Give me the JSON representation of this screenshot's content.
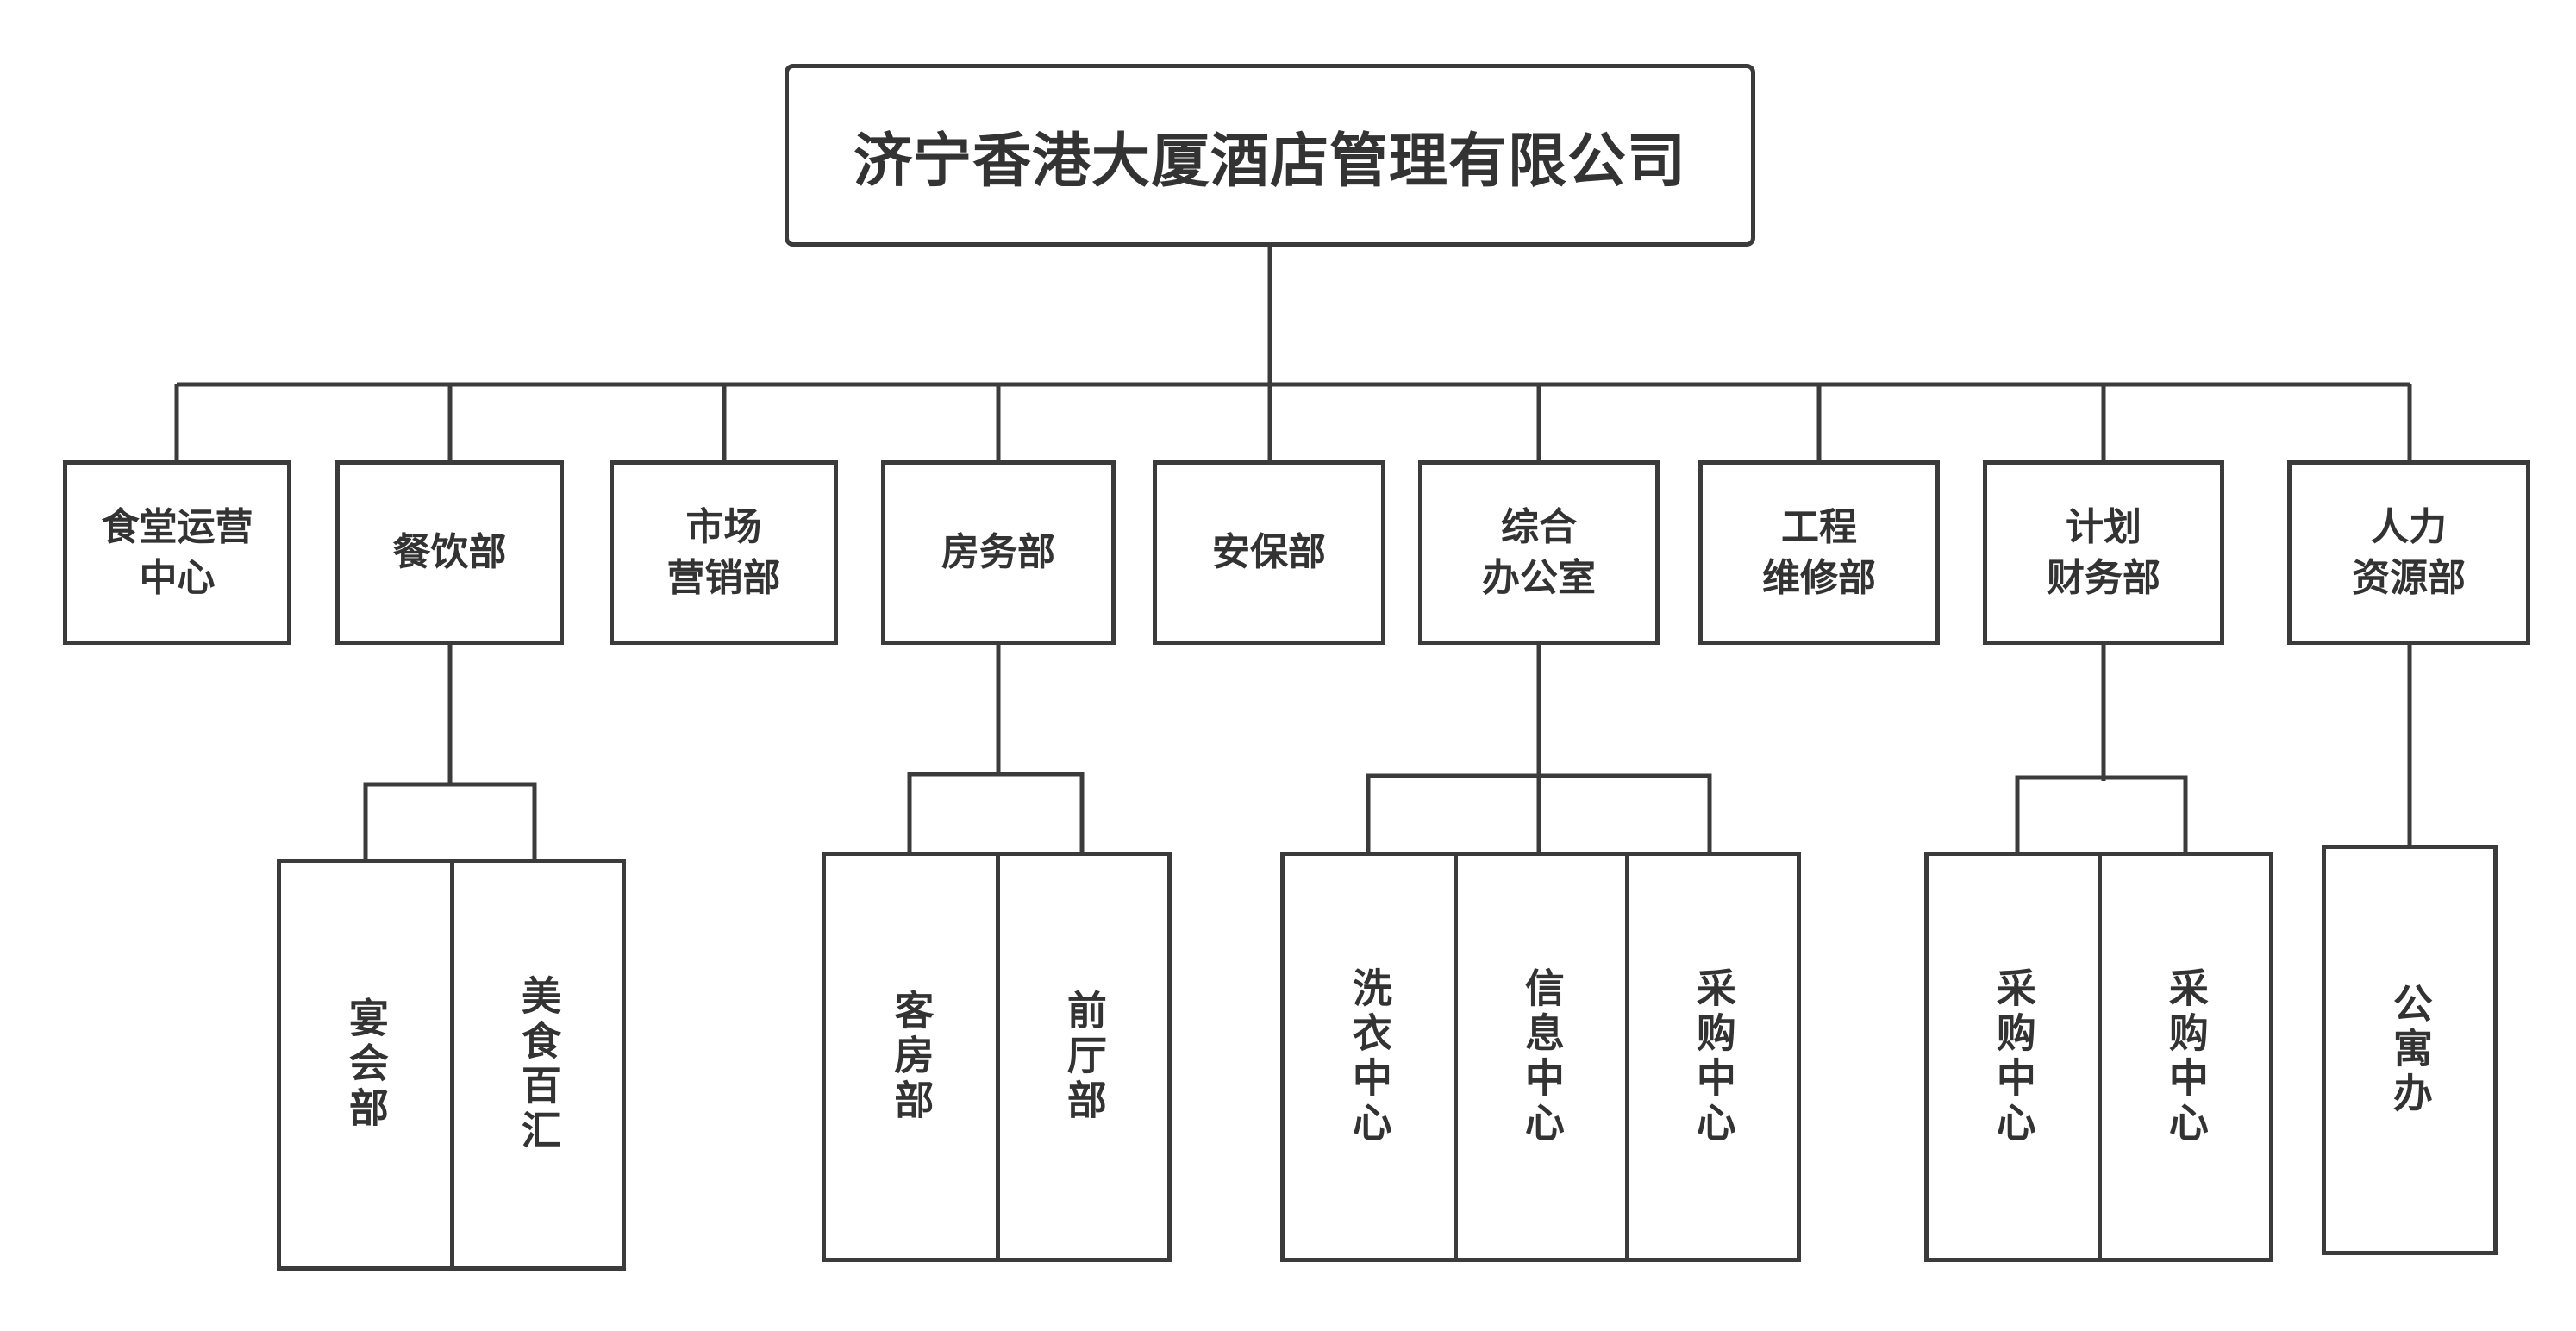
{
  "root": {
    "label": "济宁香港大厦酒店管理有限公司"
  },
  "departments": [
    {
      "label": "食堂运营\n中心"
    },
    {
      "label": "餐饮部"
    },
    {
      "label": "市场\n营销部"
    },
    {
      "label": "房务部"
    },
    {
      "label": "安保部"
    },
    {
      "label": "综合\n办公室"
    },
    {
      "label": "工程\n维修部"
    },
    {
      "label": "计划\n财务部"
    },
    {
      "label": "人力\n资源部"
    }
  ],
  "sub_units": {
    "catering": [
      {
        "label": "宴会部"
      },
      {
        "label": "美食百汇"
      }
    ],
    "housekeeping": [
      {
        "label": "客房部"
      },
      {
        "label": "前厅部"
      }
    ],
    "general_office": [
      {
        "label": "洗衣中心"
      },
      {
        "label": "信息中心"
      },
      {
        "label": "采购中心"
      }
    ],
    "finance": [
      {
        "label": "采购中心"
      },
      {
        "label": "采购中心"
      }
    ],
    "hr": [
      {
        "label": "公寓办"
      }
    ]
  }
}
